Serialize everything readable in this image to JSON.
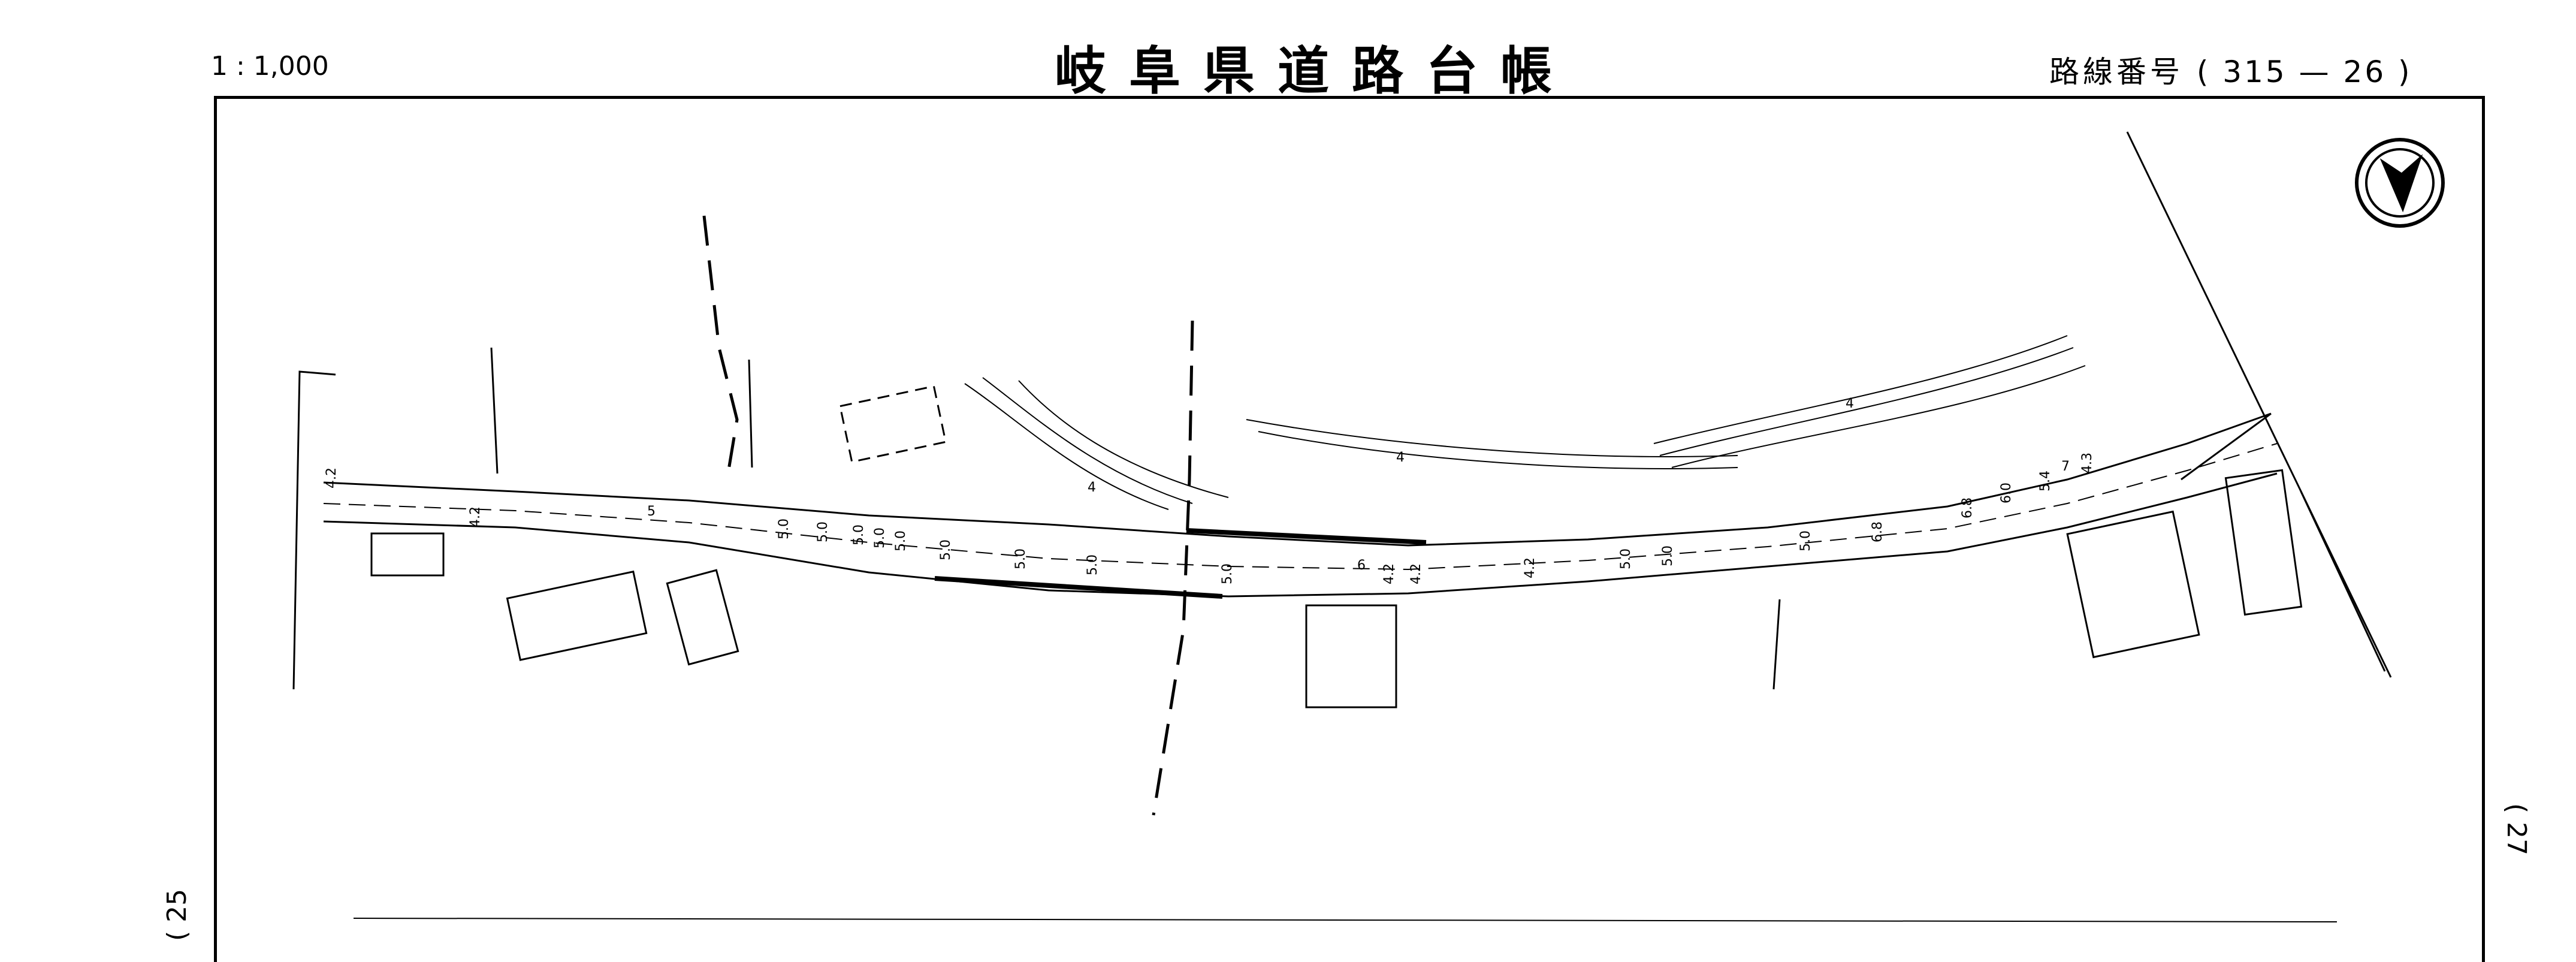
{
  "sheet": {
    "scale": "1 : 1,000",
    "title": "岐阜県道路台帳",
    "route_label": "路線番号",
    "route_number": "( 315 — 26 )",
    "prev_sheet": "( 25",
    "next_sheet": "( 27"
  },
  "map": {
    "north_arrow_icon": "north-arrow",
    "width_labels": [
      "4.2",
      "4.2",
      "5",
      "5.0",
      "5.0",
      "5.0",
      "5.0",
      "5.0",
      "5.0",
      "5.0",
      "5.0",
      "5.0",
      "6",
      "4.2",
      "4.2",
      "4.2",
      "5.0",
      "5.0",
      "5.0",
      "6.8",
      "6.8",
      "6.0",
      "5.4",
      "7",
      "4.3"
    ],
    "contour_labels": [
      "4",
      "4",
      "4"
    ],
    "line_color": "#000000",
    "background": "#ffffff"
  }
}
